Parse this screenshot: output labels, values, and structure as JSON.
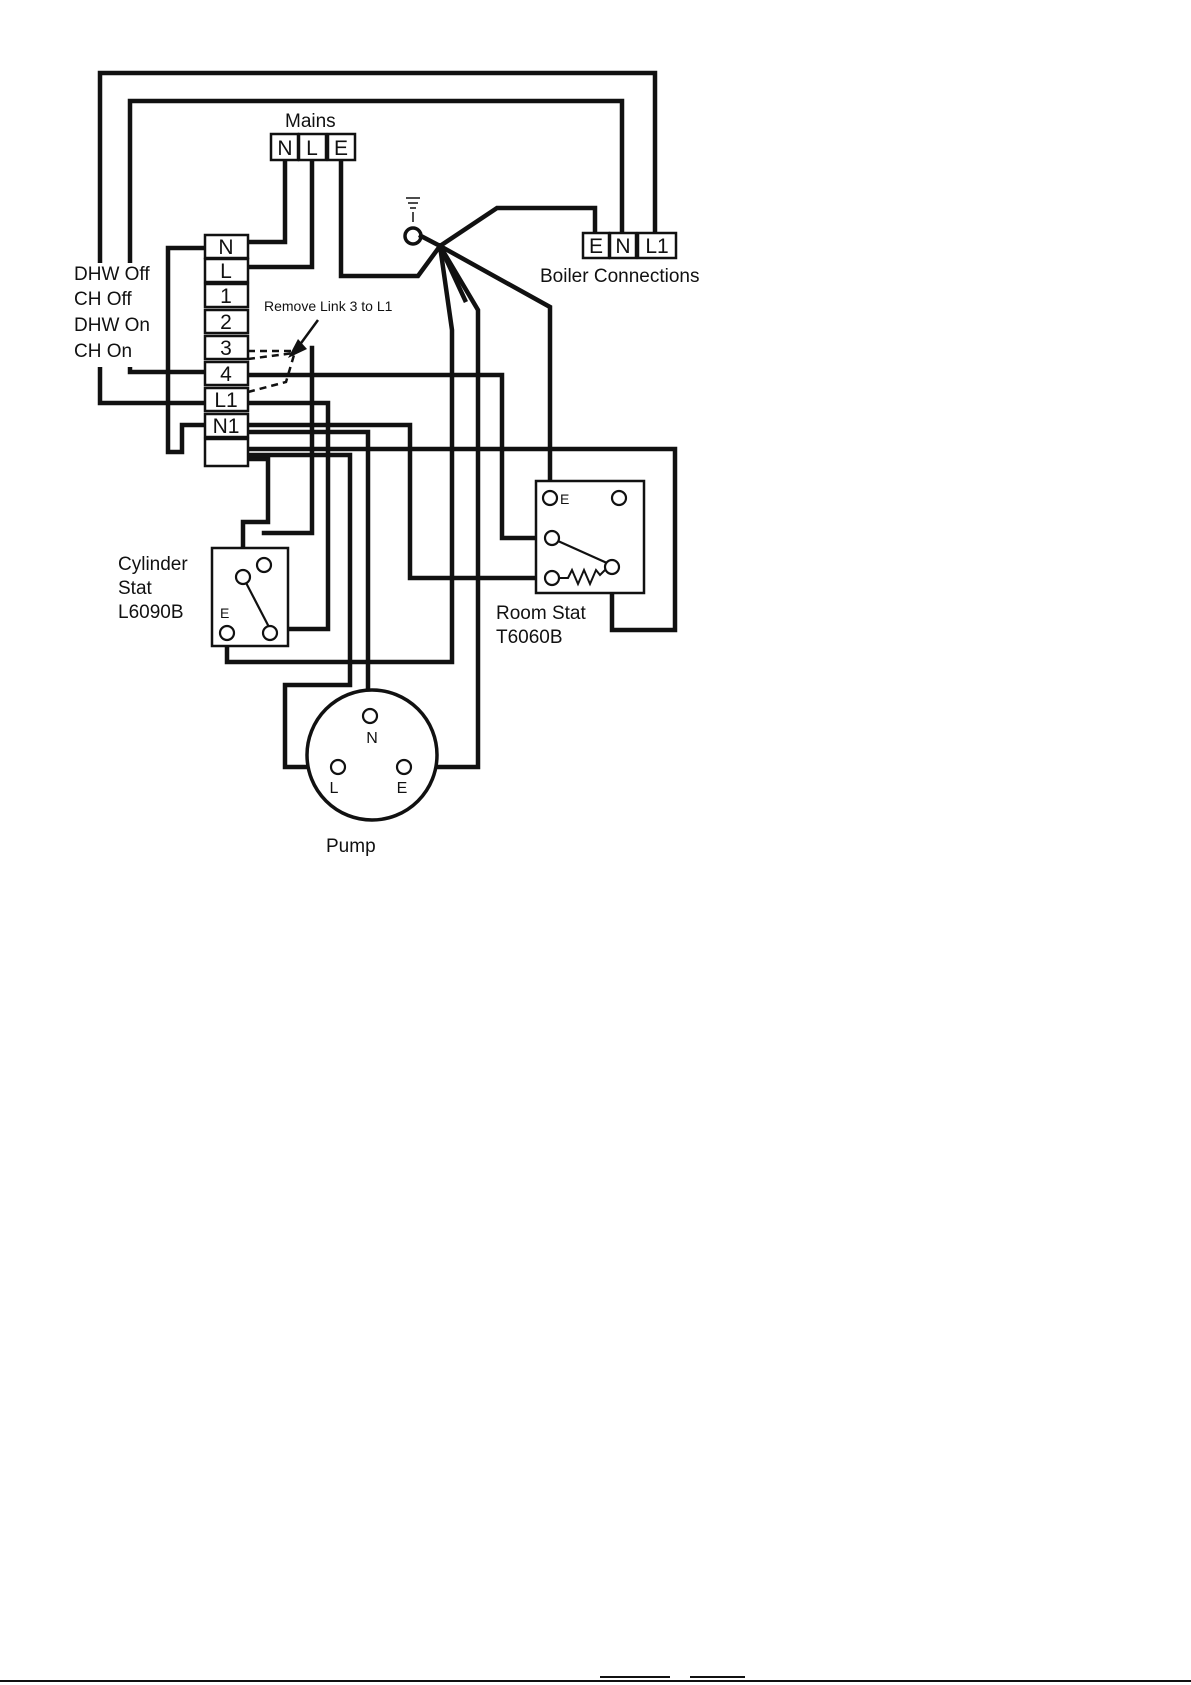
{
  "mains": {
    "title": "Mains",
    "terminals": [
      "N",
      "L",
      "E"
    ]
  },
  "boiler": {
    "title": "Boiler Connections",
    "terminals": [
      "E",
      "N",
      "L1"
    ]
  },
  "wiring_centre": {
    "terminals": [
      "N",
      "L",
      "1",
      "2",
      "3",
      "4",
      "L1",
      "N1"
    ],
    "function_labels": [
      "DHW Off",
      "CH Off",
      "DHW On",
      "CH On"
    ]
  },
  "annotation": "Remove Link 3 to L1",
  "earth_symbol": "earth-icon",
  "cylinder_stat": {
    "name_line1": "Cylinder",
    "name_line2": "Stat",
    "model": "L6090B",
    "earth_label": "E"
  },
  "room_stat": {
    "name": "Room Stat",
    "model": "T6060B",
    "earth_label": "E"
  },
  "pump": {
    "title": "Pump",
    "terminals": [
      "N",
      "L",
      "E"
    ]
  }
}
